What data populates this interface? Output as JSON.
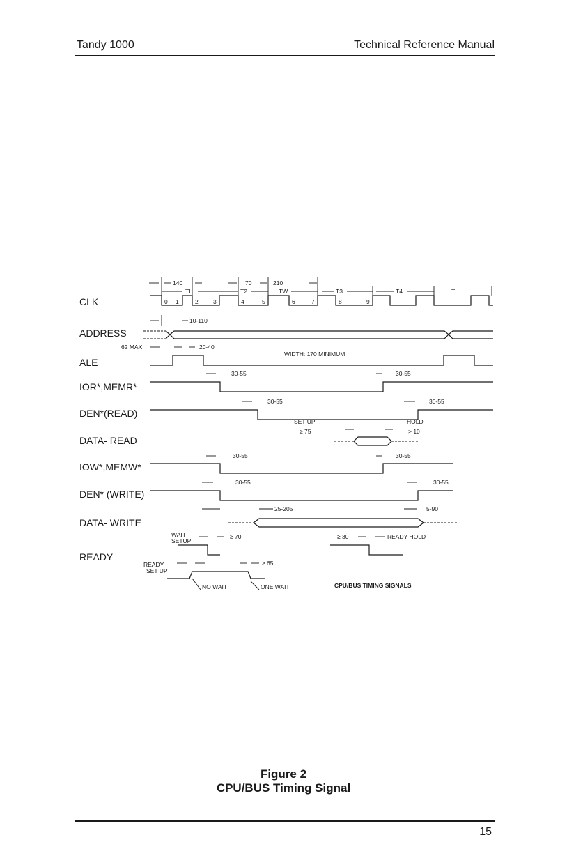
{
  "header": {
    "left": "Tandy 1000",
    "right": "Technical Reference Manual"
  },
  "figure": {
    "number": "Figure 2",
    "title": "CPU/BUS Timing Signal"
  },
  "page_number": "15",
  "diagram": {
    "caption": "CPU/BUS TIMING SIGNALS",
    "signals": [
      "CLK",
      "ADDRESS",
      "ALE",
      "IOR*,MEMR*",
      "DEN*(READ)",
      "DATA- READ",
      "IOW*,MEMW*",
      "DEN* (WRITE)",
      "DATA- WRITE",
      "READY"
    ],
    "clk": {
      "phases": [
        "TI",
        "T2",
        "TW",
        "T3",
        "T4",
        "TI"
      ],
      "edges": [
        "0",
        "1",
        "2",
        "3",
        "4",
        "5",
        "6",
        "7",
        "8",
        "9"
      ],
      "t140": "140",
      "t70": "70",
      "t210": "210"
    },
    "address": {
      "delay": "10-110",
      "max62": "62 MAX",
      "t2040": "20-40"
    },
    "ale": {
      "width": "WIDTH: 170 MINIMUM"
    },
    "timings": {
      "t3055": "30-55",
      "t3055b": "30-55"
    },
    "data_read": {
      "setup": "SET UP",
      "setup_val": "≥ 75",
      "hold": "HOLD",
      "hold_val": "> 10"
    },
    "data_write": {
      "t25205": "25-205",
      "t590": "5-90"
    },
    "ready": {
      "wait_setup_1": "WAIT",
      "wait_setup_2": "SETUP",
      "wait_val": "≥ 70",
      "ready_hold_val": "≥ 30",
      "ready_hold": "READY HOLD",
      "ready_setup_1": "READY",
      "ready_setup_2": "SET UP",
      "t65": "≥ 65",
      "no_wait": "NO WAIT",
      "one_wait": "ONE WAIT"
    }
  }
}
